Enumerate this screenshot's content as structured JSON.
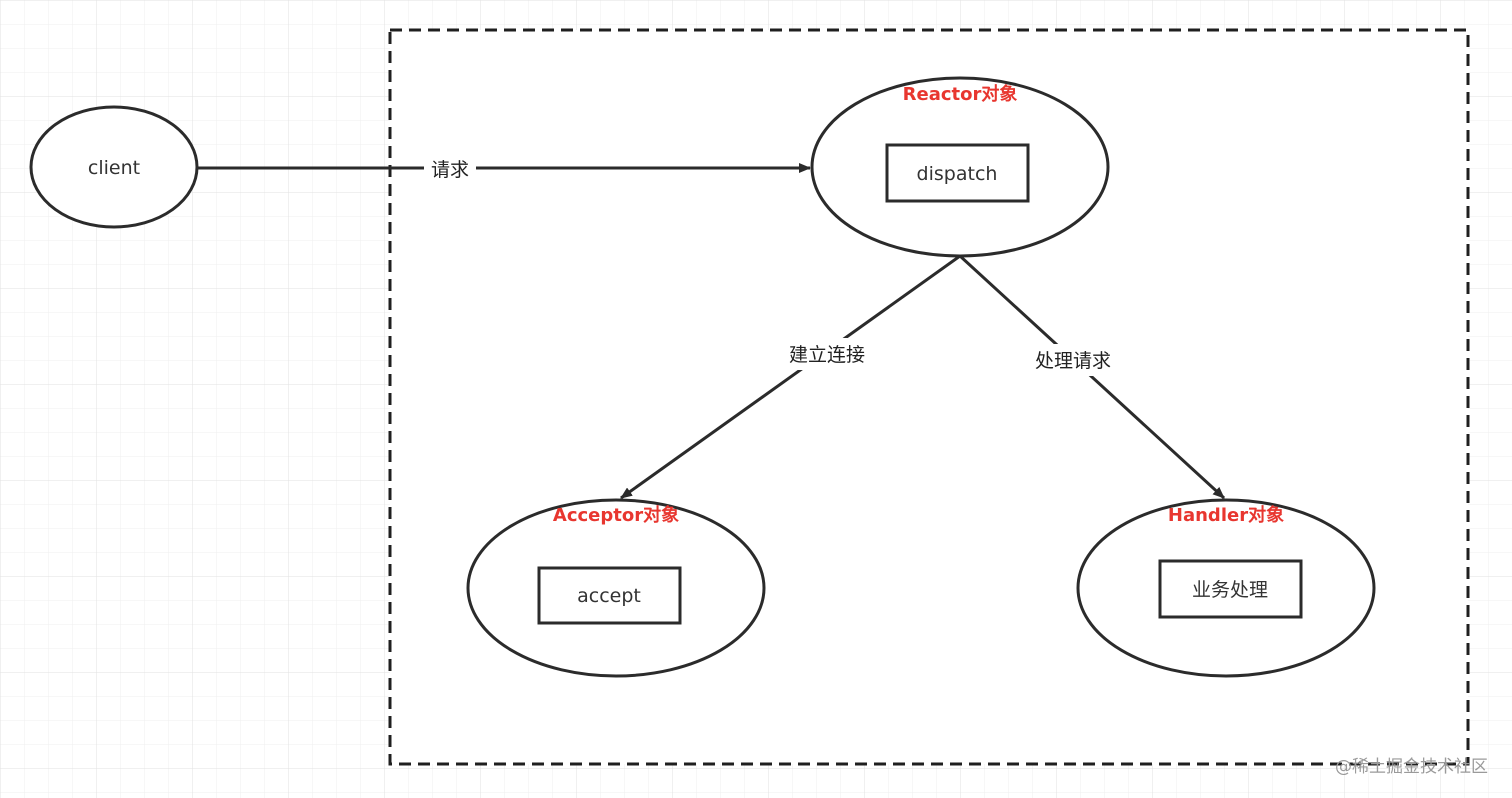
{
  "colors": {
    "title_red": "#e8362f",
    "stroke": "#2b2b2b",
    "grid": "#e9e9e9"
  },
  "nodes": {
    "client": {
      "label": "client"
    },
    "reactor": {
      "title": "Reactor对象",
      "inner": "dispatch"
    },
    "acceptor": {
      "title": "Acceptor对象",
      "inner": "accept"
    },
    "handler": {
      "title": "Handler对象",
      "inner": "业务处理"
    }
  },
  "edges": {
    "request": "请求",
    "connect": "建立连接",
    "process": "处理请求"
  },
  "watermark": "@稀土掘金技术社区"
}
